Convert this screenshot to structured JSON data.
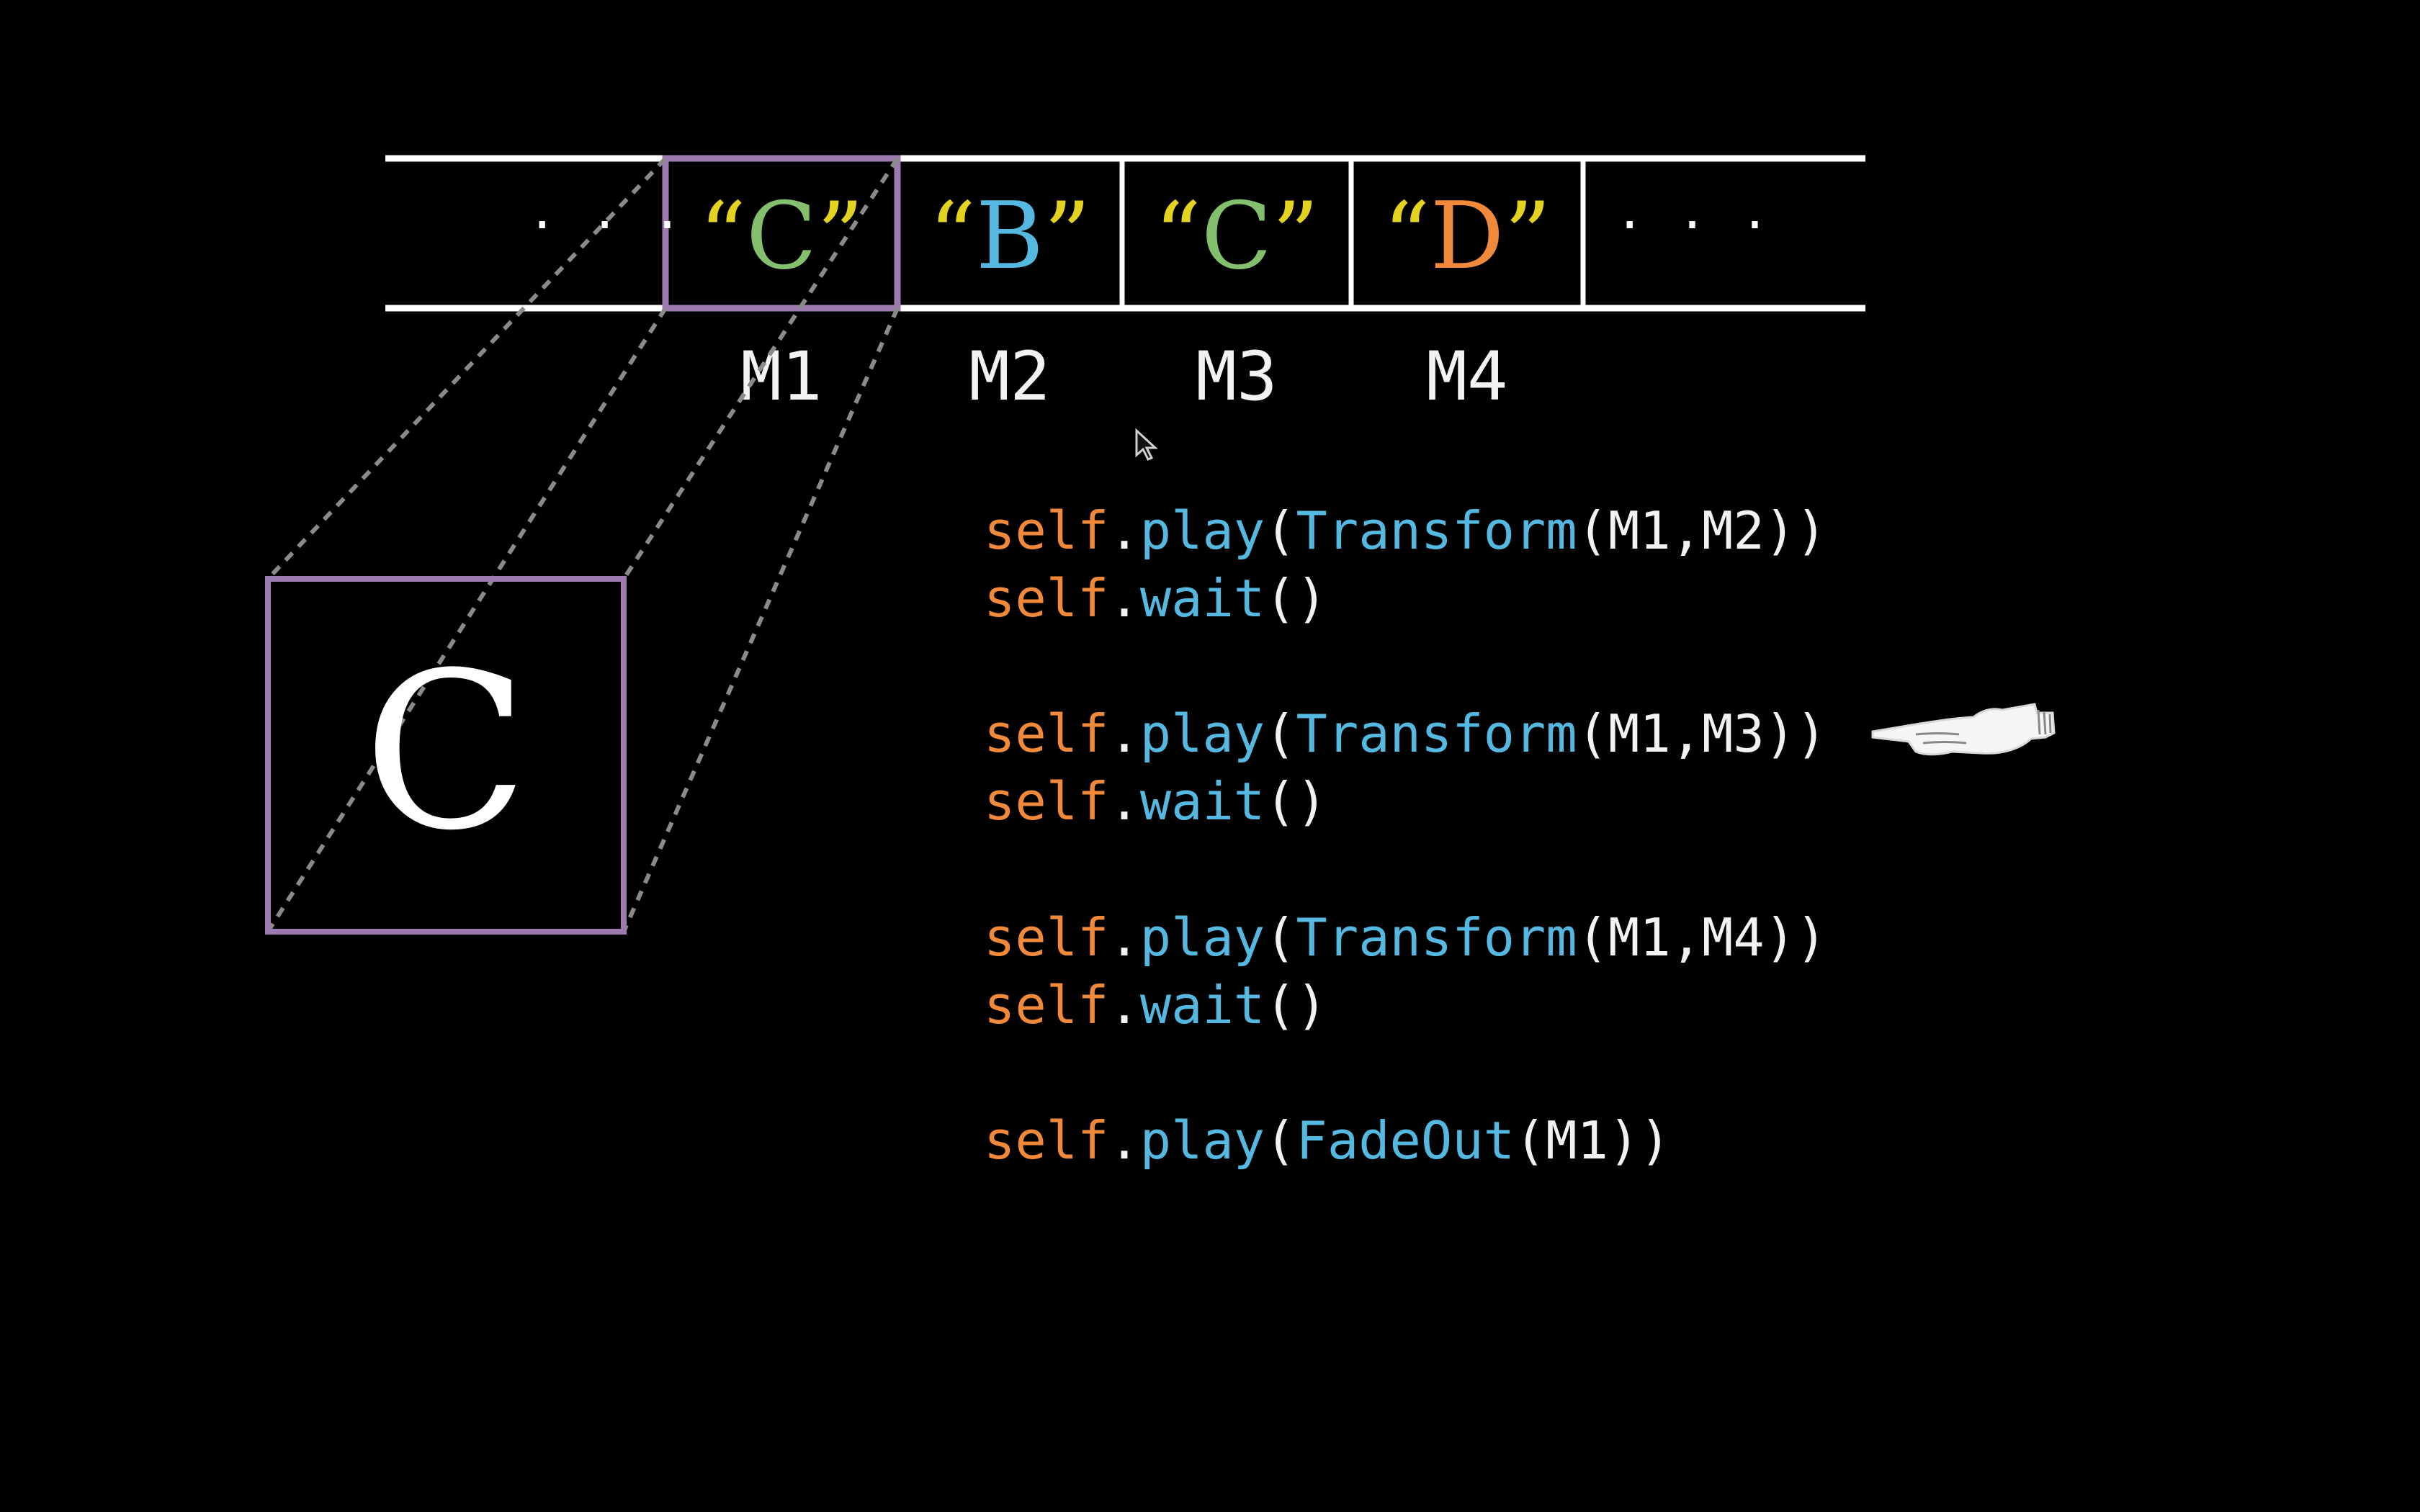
{
  "colors": {
    "background": "#000000",
    "tape_line": "#ffffff",
    "highlight_box": "#9b7bb0",
    "quote": "#e3d21f",
    "letter_c": "#84bf6e",
    "letter_b": "#55b8e0",
    "letter_d": "#f08a3a",
    "code_keyword": "#f08a3a",
    "code_function": "#55b8e0",
    "code_plain": "#f2f2f2"
  },
  "tape": {
    "left_ellipsis": "· · ·",
    "right_ellipsis": "· · ·",
    "cells": [
      {
        "open_quote": "“",
        "letter": "C",
        "close_quote": "”",
        "label": "M1"
      },
      {
        "open_quote": "“",
        "letter": "B",
        "close_quote": "”",
        "label": "M2"
      },
      {
        "open_quote": "“",
        "letter": "C",
        "close_quote": "”",
        "label": "M3"
      },
      {
        "open_quote": "“",
        "letter": "D",
        "close_quote": "”",
        "label": "M4"
      }
    ]
  },
  "zoom_box": {
    "letter": "C"
  },
  "code": {
    "lines": [
      {
        "self": "self",
        "dot": ".",
        "method": "play",
        "open": "(",
        "func": "Transform",
        "args": "(M1,M2))"
      },
      {
        "self": "self",
        "dot": ".",
        "method": "wait",
        "open": "()"
      },
      {
        "self": "self",
        "dot": ".",
        "method": "play",
        "open": "(",
        "func": "Transform",
        "args": "(M1,M3))"
      },
      {
        "self": "self",
        "dot": ".",
        "method": "wait",
        "open": "()"
      },
      {
        "self": "self",
        "dot": ".",
        "method": "play",
        "open": "(",
        "func": "Transform",
        "args": "(M1,M4))"
      },
      {
        "self": "self",
        "dot": ".",
        "method": "wait",
        "open": "()"
      },
      {
        "self": "self",
        "dot": ".",
        "method": "play",
        "open": "(",
        "func": "FadeOut",
        "args": "(M1))"
      }
    ]
  },
  "icons": {
    "pointer": "pointing-hand-icon",
    "cursor": "mouse-cursor-icon"
  }
}
